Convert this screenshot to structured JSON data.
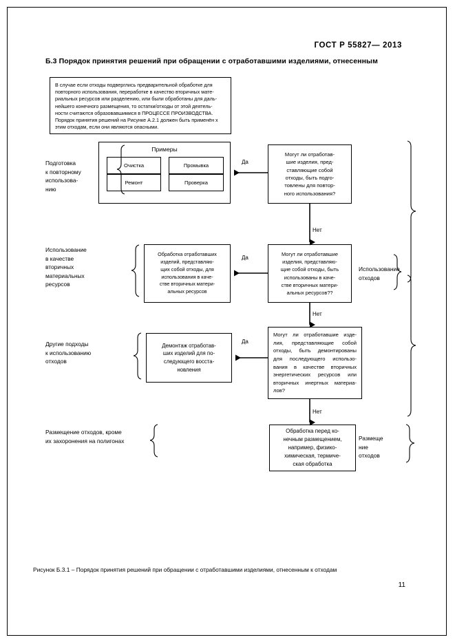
{
  "document": {
    "standard_header": "ГОСТ Р  55827— 2013",
    "section_title": "Б.3 Порядок принятия решений при обращении с отработавшими изделиями, отнесенным",
    "caption": "Рисунок Б.3.1 – Порядок принятия решений при  обращении с отработавшими изделиями, отнесенным к отходам",
    "page_number": "11"
  },
  "note": {
    "lines": [
      "В случае если отходы подверглись предварительной обработке для",
      "повторного использования, переработке в качество вторичных мате-",
      "риальных ресурсов или разделению, или были обработаны для даль-",
      "нейшего конечного размещения, то остатки/отходы от этой деятель-",
      "ности считаются образовавшимися в ПРОЦЕССЕ ПРОИЗВОДСТВА.",
      "Порядок принятия решений на Рисунке А.2.1 должен быть применён х",
      "этим отходам, если они являются опасными."
    ]
  },
  "examples": {
    "title": "Примеры",
    "cells": [
      {
        "label": "Очистка"
      },
      {
        "label": "Ремонт"
      },
      {
        "label": "Промывка"
      },
      {
        "label": "Проверка"
      }
    ]
  },
  "side_labels": {
    "preparation": [
      "Подготовка",
      "к повторному",
      "использова-",
      "нию"
    ],
    "secondary_material": [
      "Использование",
      "в качестве",
      "вторичных",
      "материальных",
      "ресурсов"
    ],
    "other_approaches": [
      "Другие подходы",
      "к использованию",
      "отходов"
    ],
    "landfill": [
      "Размещение отходов, кроме",
      "их захоронения на полигонах"
    ],
    "waste_use": [
      "Использование",
      " отходов"
    ],
    "waste_placement": [
      "Размеще",
      "ние",
      "отходов"
    ]
  },
  "decisions": {
    "q1": [
      "Могут ли отработав-",
      "шие изделия, пред-",
      "ставляющие собой",
      "отходы, быть подго-",
      "товлены для повтор-",
      "ного использования?"
    ],
    "q2": [
      "Могут ли отработавшие",
      "изделия, представляю-",
      "щие собой отходы, быть",
      "использованы в каче-",
      "стве вторичных матери-",
      "альных ресурсов??"
    ],
    "q3": [
      "Могут ли отработавшие изде-",
      "лия, представляющие собой",
      "отходы, быть демонтированы",
      "для последующего использо-",
      "вания в качестве вторичных",
      "энергетических ресурсов или",
      "вторичных инертных материа-",
      "лов?"
    ]
  },
  "actions": {
    "a2": [
      "Обработка отработавших",
      "изделий, представляю-",
      "щих собой отходы, для",
      "использования в каче-",
      "стве вторичных матери-",
      "альных ресурсов"
    ],
    "a3": [
      "Демонтаж отработав-",
      "ших изделий для по-",
      "следующего восста-",
      "новления"
    ],
    "final": [
      "Обработка перед ко-",
      "нечным размещением,",
      "например, физико-",
      "химическая, термиче-",
      "ская обработка"
    ]
  },
  "arrow_labels": {
    "yes1": "Да",
    "no1": "Нет",
    "yes2": "Да",
    "no2": "Нет",
    "yes3": "Да",
    "no3": "Нет"
  }
}
